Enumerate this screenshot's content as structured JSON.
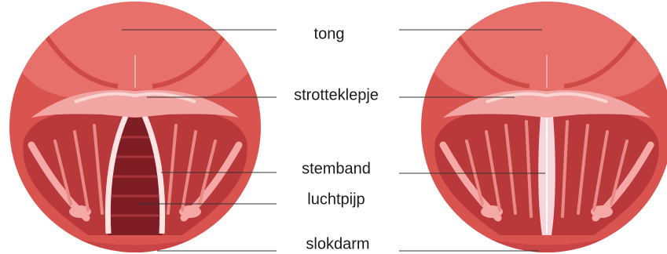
{
  "labels": {
    "tongue": "tong",
    "epiglottis": "strotteklepje",
    "vocal_cord": "stemband",
    "trachea": "luchtpijp",
    "esophagus": "slokdarm"
  },
  "colors": {
    "outer": "#d9534f",
    "tongue": "#e8706a",
    "tongue_dark": "#cf4a45",
    "cavity": "#b9383a",
    "epiglottis": "#f2a6a3",
    "epiglottis_light": "#fbd6d4",
    "fold": "#f4a9a7",
    "fold_light": "#fde3e2",
    "trachea": "#7e1d24",
    "trachea_ring": "#a8323a",
    "leader": "#333333"
  }
}
